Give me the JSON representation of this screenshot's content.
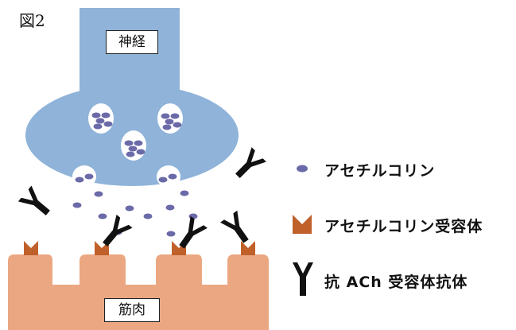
{
  "figure_label": "図2",
  "labels": {
    "nerve": "神経",
    "muscle": "筋肉"
  },
  "legend": [
    {
      "icon": "acetylcholine-dot-icon",
      "text": "アセチルコリン"
    },
    {
      "icon": "ach-receptor-icon",
      "text": "アセチルコリン受容体"
    },
    {
      "icon": "antibody-icon",
      "text": "抗 ACh 受容体抗体"
    }
  ],
  "colors": {
    "nerve": "#8fb3d9",
    "muscle": "#eba781",
    "receptor": "#c0602a",
    "acetylcholine": "#6b6aa8",
    "antibody": "#111111"
  }
}
